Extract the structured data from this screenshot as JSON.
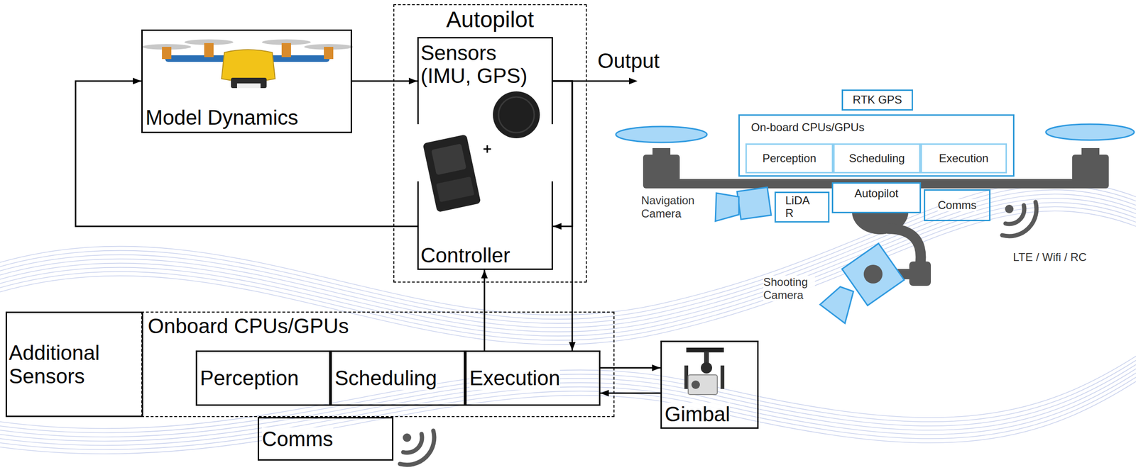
{
  "diagram": {
    "nodes": [
      {
        "text": [
          "Model Dynamics"
        ]
      },
      {
        "text": [
          "Autopilot"
        ]
      },
      {
        "text": [
          "Sensors (IMU, GPS)"
        ],
        "in": 1
      },
      {
        "text": [
          "Controller"
        ],
        "in": 1
      },
      {
        "text": [
          "Additional Sensors"
        ]
      },
      {
        "text": [
          "Onboard CPUs/GPUs"
        ]
      },
      {
        "text": [
          "Perception"
        ],
        "in": 5
      },
      {
        "text": [
          "Scheduling"
        ],
        "in": 5
      },
      {
        "text": [
          "Execution"
        ],
        "in": 5
      },
      {
        "text": [
          "Comms"
        ]
      },
      {
        "text": [
          "Gimbal"
        ]
      },
      {
        "text": [
          "RTK GPS"
        ]
      },
      {
        "text": [
          "On-board CPUs/GPUs"
        ]
      },
      {
        "text": [
          "Perception"
        ],
        "in": 12
      },
      {
        "text": [
          "Scheduling"
        ],
        "in": 12
      },
      {
        "text": [
          "Execution"
        ],
        "in": 12
      },
      {
        "text": [
          "LiDA R"
        ]
      },
      {
        "text": [
          "Autopilot"
        ]
      },
      {
        "text": [
          "Comms"
        ]
      }
    ],
    "edges": [
      {
        "from": 0,
        "to": 2,
        "arrow": "to"
      },
      {
        "from": 3,
        "to": 0,
        "arrow": "to"
      },
      {
        "from": 2,
        "to": 3,
        "arrow": "to"
      },
      {
        "from": 2,
        "to": 8,
        "arrow": "to"
      },
      {
        "from": 8,
        "to": 3,
        "arrow": "to"
      },
      {
        "from": 8,
        "to": 10,
        "arrow": "to"
      },
      {
        "from": 10,
        "to": 8,
        "arrow": "to"
      }
    ],
    "labels": [
      "Output",
      "Navigation Camera",
      "Shooting Camera",
      "LTE / Wifi / RC"
    ]
  }
}
